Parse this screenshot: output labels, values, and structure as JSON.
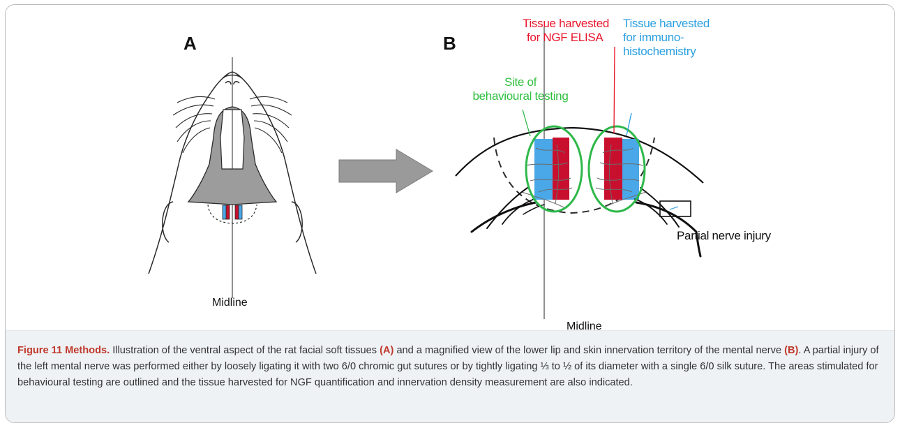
{
  "figure": {
    "panel_a_letter": "A",
    "panel_b_letter": "B",
    "panel_a_midline": "Midline",
    "panel_b_midline": "Midline",
    "label_site": [
      "Site of",
      "behavioural testing"
    ],
    "label_ngf": [
      "Tissue harvested",
      "for NGF ELISA"
    ],
    "label_immuno": [
      "Tissue harvested",
      "for immuno-",
      "histochemistry"
    ],
    "label_injury": "Partial nerve injury",
    "colors": {
      "red": "#c8102e",
      "blue": "#4aa8e8",
      "green": "#2eb84a",
      "gray": "#9a9a9a",
      "label_red": "#e8152b",
      "label_blue": "#2a9fe0",
      "label_green": "#2fbf3f"
    }
  },
  "caption": {
    "title": "Figure 11 Methods.",
    "seg1": " Illustration of the ventral aspect of the rat facial soft tissues ",
    "ref_a": "(A)",
    "seg2": " and a magnified view of the lower lip and skin innervation territory of the mental nerve ",
    "ref_b": "(B)",
    "seg3": ". A partial injury of the left mental nerve was performed either by loosely ligating it with two 6/0 chromic gut sutures or by tightly ligating ⅓ to ½ of its diameter with a single 6/0 silk suture. The areas stimulated for behavioural testing are outlined and the tissue harvested for NGF quantification and innervation density measurement are also indicated."
  }
}
